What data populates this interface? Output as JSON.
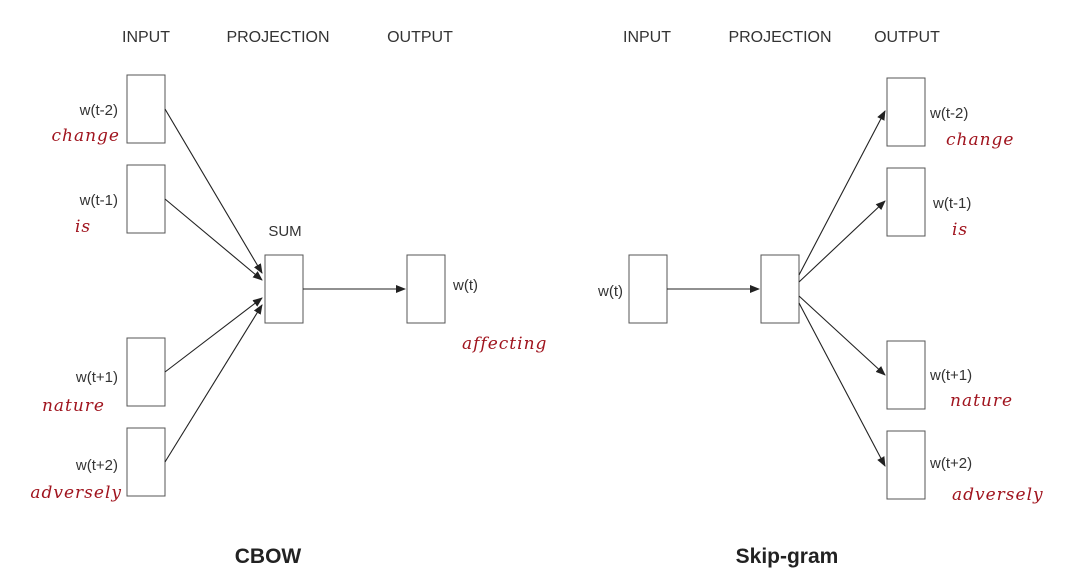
{
  "cbow": {
    "title": "CBOW",
    "headers": {
      "input": "INPUT",
      "projection": "PROJECTION",
      "output": "OUTPUT"
    },
    "sum_label": "SUM",
    "inputs": [
      {
        "label": "w(t-2)",
        "word": "change"
      },
      {
        "label": "w(t-1)",
        "word": "is"
      },
      {
        "label": "w(t+1)",
        "word": "nature"
      },
      {
        "label": "w(t+2)",
        "word": "adversely"
      }
    ],
    "output": {
      "label": "w(t)",
      "word": "affecting"
    }
  },
  "skipgram": {
    "title": "Skip-gram",
    "headers": {
      "input": "INPUT",
      "projection": "PROJECTION",
      "output": "OUTPUT"
    },
    "input": {
      "label": "w(t)"
    },
    "outputs": [
      {
        "label": "w(t-2)",
        "word": "change"
      },
      {
        "label": "w(t-1)",
        "word": "is"
      },
      {
        "label": "w(t+1)",
        "word": "nature"
      },
      {
        "label": "w(t+2)",
        "word": "adversely"
      }
    ]
  },
  "colors": {
    "handwriting": "#a0141e",
    "box_stroke": "#555555",
    "arrow": "#222222"
  }
}
